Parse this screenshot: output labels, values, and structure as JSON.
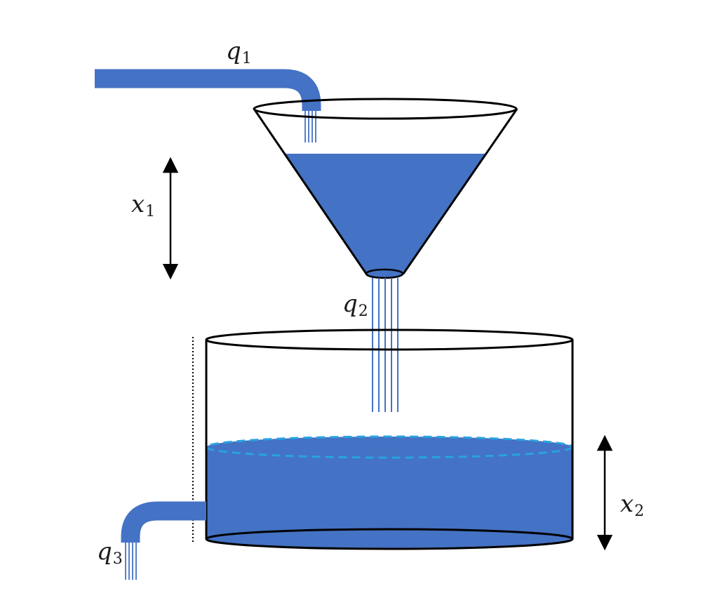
{
  "diagram": {
    "labels": {
      "q1": {
        "main": "q",
        "sub": "1"
      },
      "q2": {
        "main": "q",
        "sub": "2"
      },
      "q3": {
        "main": "q",
        "sub": "3"
      },
      "x1": {
        "main": "x",
        "sub": "1"
      },
      "x2": {
        "main": "x",
        "sub": "2"
      }
    },
    "colors": {
      "water": "#4472C4",
      "stream": "#4472C4",
      "surface_dash": "#29A3E0",
      "outline": "#000000",
      "background": "#FFFFFF"
    }
  }
}
